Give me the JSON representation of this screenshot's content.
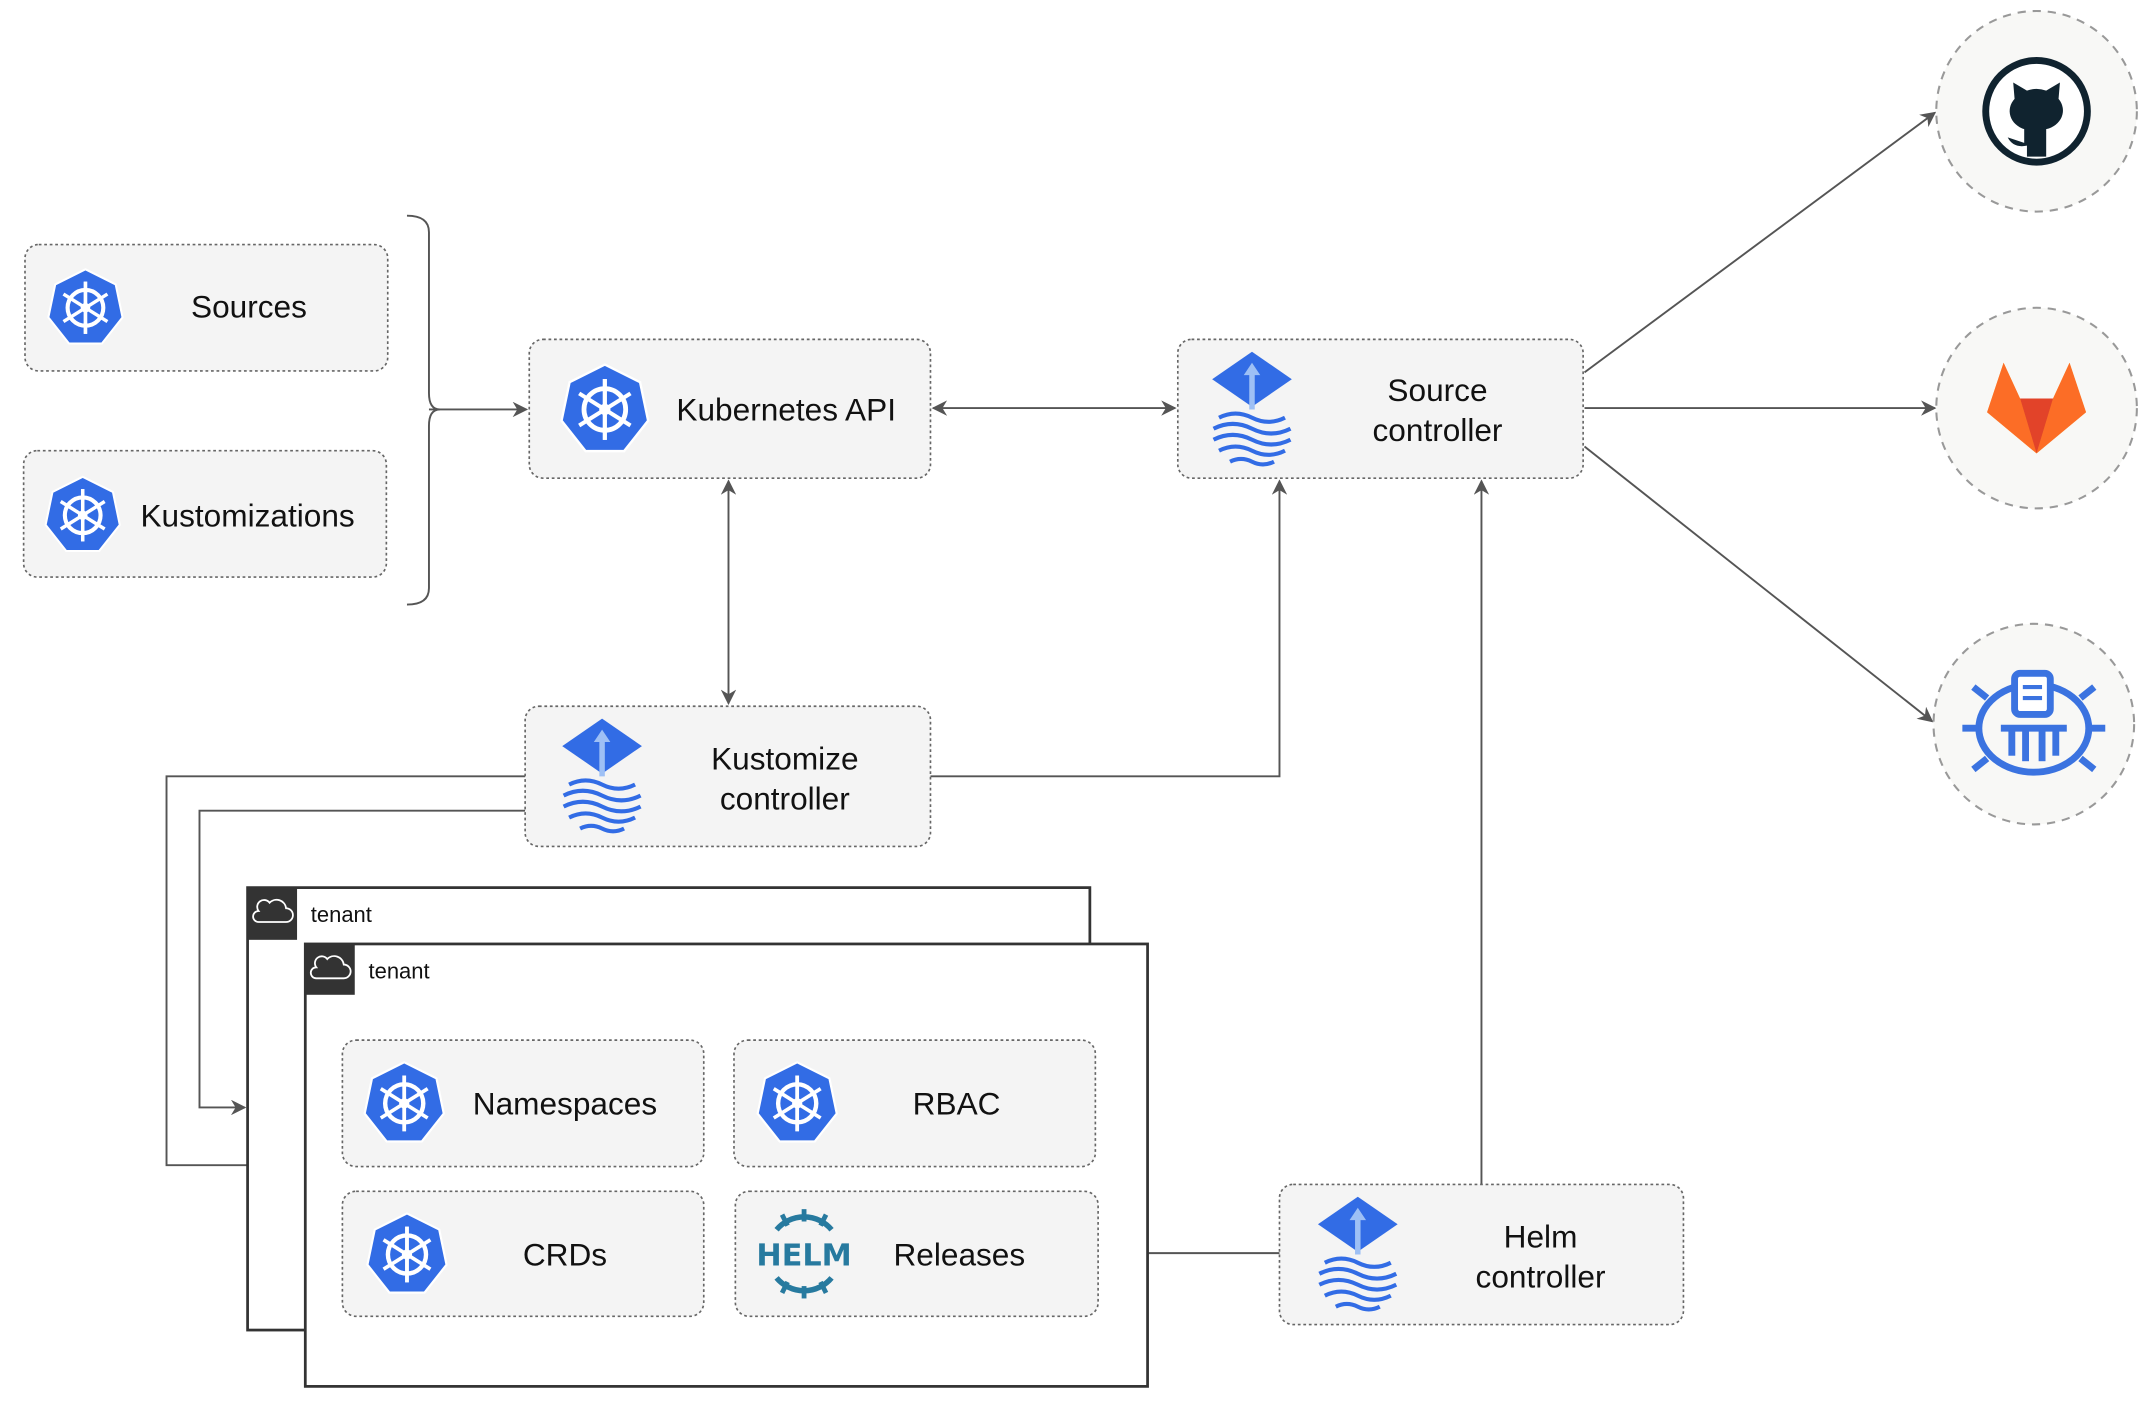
{
  "nodes": {
    "sources": "Sources",
    "kustomizations": "Kustomizations",
    "kubernetes_api": "Kubernetes API",
    "source_controller": [
      "Source",
      "controller"
    ],
    "kustomize_controller": [
      "Kustomize",
      "controller"
    ],
    "helm_controller": [
      "Helm",
      "controller"
    ],
    "namespaces": "Namespaces",
    "rbac": "RBAC",
    "crds": "CRDs",
    "releases": "Releases"
  },
  "tenants": [
    "tenant",
    "tenant"
  ],
  "helm_logo_text": "HELM",
  "external_sources": [
    "github-icon",
    "gitlab-icon",
    "bucket-icon"
  ],
  "colors": {
    "kubernetes_blue": "#326ce5",
    "helm_teal": "#277a9f",
    "gitlab_orange": "#e24329",
    "github_dark": "#10232f"
  }
}
